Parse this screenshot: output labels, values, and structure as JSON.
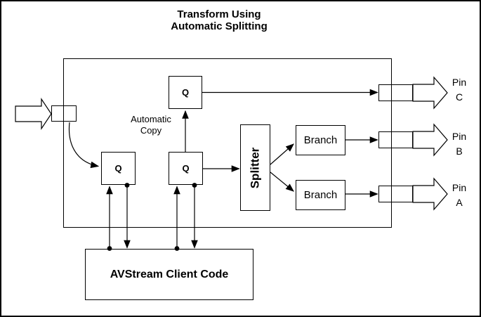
{
  "title": "Transform Using\nAutomatic Splitting",
  "filter": {
    "top_queue_label": "Q",
    "input_queue_label": "Q",
    "copy_queue_label": "Q",
    "automatic_copy_label": "Automatic\nCopy",
    "splitter_label": "Splitter",
    "branch_top_label": "Branch",
    "branch_bottom_label": "Branch"
  },
  "pins": {
    "pin_c": "Pin\nC",
    "pin_b": "Pin\nB",
    "pin_a": "Pin\nA"
  },
  "client_code_label": "AVStream Client Code",
  "colors": {
    "line": "#000000",
    "background": "#ffffff",
    "text": "#000000"
  }
}
